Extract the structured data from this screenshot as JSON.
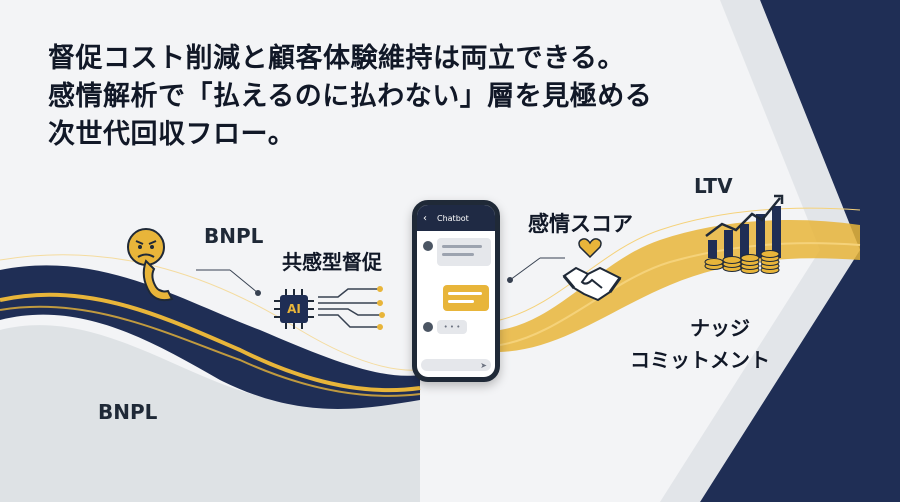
{
  "headline": {
    "line1": "督促コスト削減と顧客体験維持は両立できる。",
    "line2": "感情解析で「払えるのに払わない」層を見極める",
    "line3": "次世代回収フロー。"
  },
  "labels": {
    "bnpl_top": "BNPL",
    "bnpl_bottom": "BNPL",
    "empathy": "共感型督促",
    "ai_chip": "AI",
    "emotion_score": "感情スコア",
    "ltv": "LTV",
    "nudge": "ナッジ",
    "commitment": "コミットメント"
  },
  "phone": {
    "header": "Chatbot",
    "back_icon": "chevron-left-icon",
    "typing": "• • •",
    "send_icon": "send-icon"
  },
  "icons": [
    "frustrated-face-icon",
    "phone-handset-icon",
    "ai-chip-icon",
    "heart-icon",
    "handshake-icon",
    "growth-chart-icon",
    "coin-stack-icon"
  ],
  "colors": {
    "navy": "#1f2e55",
    "gold": "#e8b53a",
    "background": "#f3f4f6",
    "text": "#111827"
  }
}
